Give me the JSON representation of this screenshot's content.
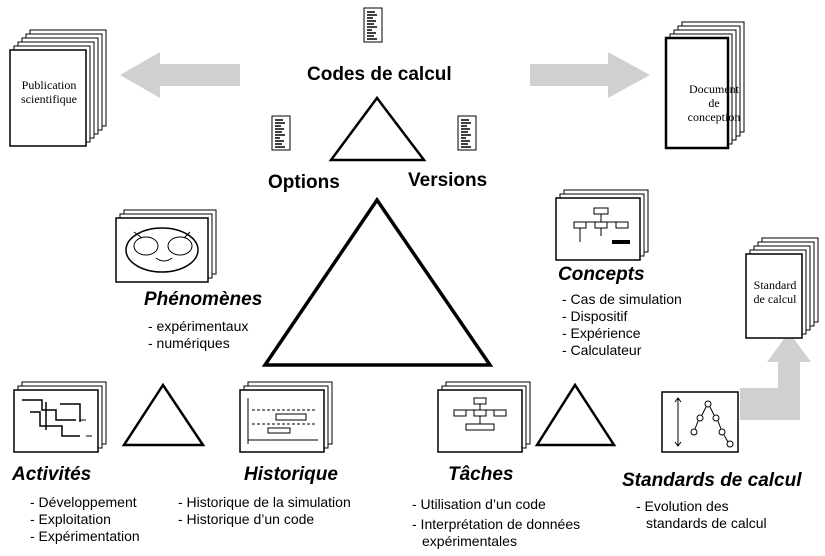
{
  "center": {
    "title": "Codes de calcul",
    "options": "Options",
    "versions": "Versions"
  },
  "publication": {
    "label": "Publication scientifique"
  },
  "document": {
    "label": "Document de conception"
  },
  "standard": {
    "label": "Standard de calcul"
  },
  "phenomenes": {
    "title": "Phénomènes",
    "items": [
      "- expérimentaux",
      "- numériques"
    ]
  },
  "concepts": {
    "title": "Concepts",
    "items": [
      "- Cas de simulation",
      "- Dispositif",
      "- Expérience",
      "- Calculateur"
    ]
  },
  "activites": {
    "title": "Activités",
    "items": [
      "- Développement",
      "- Exploitation",
      "- Expérimentation"
    ]
  },
  "historique": {
    "title": "Historique",
    "items": [
      "- Historique de la simulation",
      "- Historique d’un code"
    ]
  },
  "taches": {
    "title": "Tâches",
    "items": [
      "- Utilisation d’un code",
      "- Interprétation de données",
      "expérimentales"
    ]
  },
  "standards": {
    "title": "Standards de calcul",
    "items": [
      "- Evolution des",
      "standards de calcul"
    ]
  },
  "colors": {
    "arrow": "#d0d0d0",
    "ink": "#000000"
  }
}
